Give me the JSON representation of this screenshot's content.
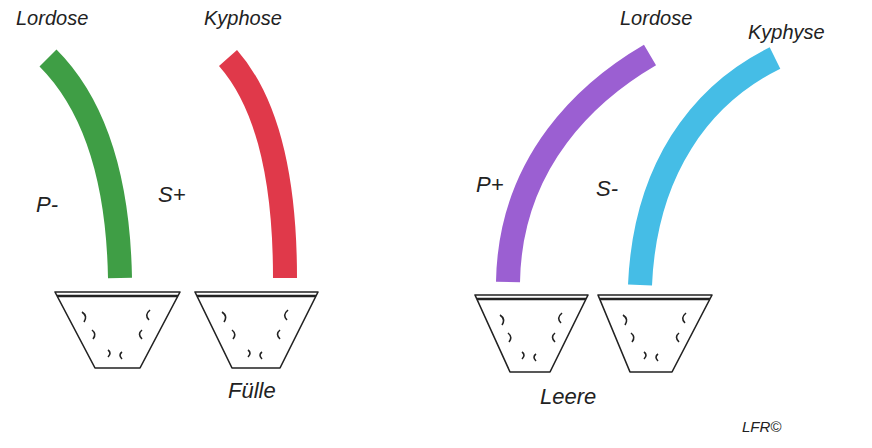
{
  "diagram": {
    "labels": [
      "Lordose",
      "Kyphose",
      "Lordose",
      "Kyphyse",
      "P-",
      "S+",
      "P+",
      "S-",
      "Fülle",
      "Leere",
      "LFR©"
    ]
  }
}
